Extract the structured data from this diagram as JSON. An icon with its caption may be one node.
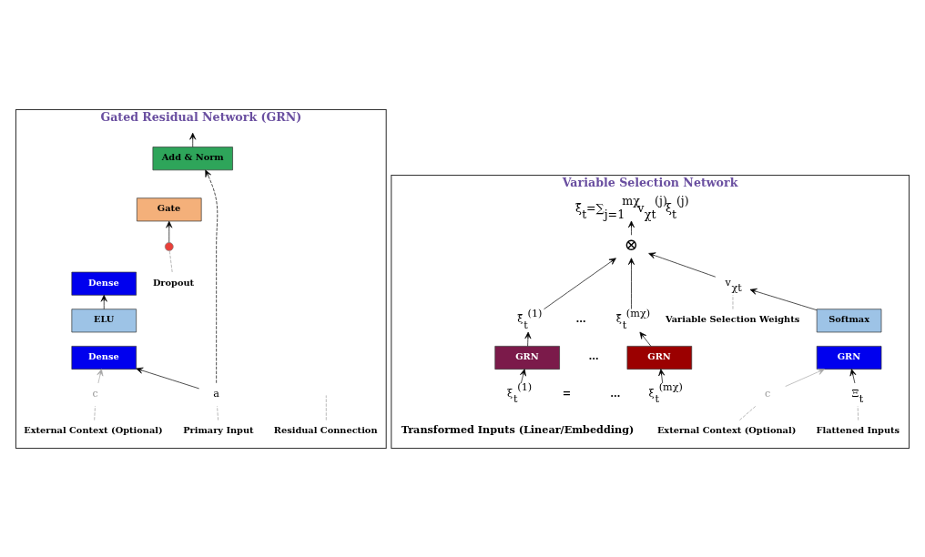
{
  "diagram": {
    "nodes": [
      {
        "text": [
          "Gated Residual Network (GRN)"
        ]
      },
      {
        "text": [
          "Add & Norm"
        ],
        "in": 0
      },
      {
        "text": [
          "Gate"
        ],
        "in": 0
      },
      {
        "text": [],
        "shape": "circle",
        "in": 0
      },
      {
        "text": [
          "Dense"
        ],
        "in": 0
      },
      {
        "text": [
          "ELU"
        ],
        "in": 0
      },
      {
        "text": [
          "Dense"
        ],
        "in": 0
      },
      {
        "text": [
          "a"
        ],
        "in": 0
      },
      {
        "text": [
          "c"
        ],
        "in": 0
      },
      {
        "text": [
          "Residual Connection"
        ],
        "in": 0
      },
      {
        "text": [
          "Dropout"
        ],
        "in": 0
      },
      {
        "text": [
          "Primary Input"
        ],
        "in": 0
      },
      {
        "text": [
          "External Context (Optional)"
        ],
        "in": 0
      },
      {
        "text": [
          "Variable Selection Network"
        ]
      },
      {
        "text": [
          "ξ̃$_{t}$=∑$_{j=1}$$^{mχ}$v$_{χt}$$^{(j)}$ξ$_{t}$$^{(j)}$"
        ],
        "in": 13
      },
      {
        "text": [
          "⊗"
        ],
        "in": 13
      },
      {
        "text": [
          "Variable Selection Weights"
        ],
        "in": 13
      },
      {
        "text": [
          "v$_{χt}$"
        ],
        "in": 13
      },
      {
        "text": [
          "ξ̃$_{t}$$^{(1)}$"
        ],
        "in": 13
      },
      {
        "text": [
          "ξ̃$_{t}$$^{(mχ)}$"
        ],
        "in": 13
      },
      {
        "text": [
          "GRN"
        ],
        "in": 13
      },
      {
        "text": [
          "GRN"
        ],
        "in": 13
      },
      {
        "text": [
          "Softmax"
        ],
        "in": 13
      },
      {
        "text": [
          "GRN"
        ],
        "in": 13
      },
      {
        "text": [
          "ξ$_{t}$$^{(1)}$"
        ],
        "in": 13
      },
      {
        "text": [
          "ξ$_{t}$$^{(mχ)}$"
        ],
        "in": 13
      },
      {
        "text": [
          "Ξ$_{t}$"
        ],
        "in": 13
      },
      {
        "text": [
          "c"
        ],
        "in": 13
      },
      {
        "text": [
          "Flattened Inputs"
        ],
        "in": 13
      },
      {
        "text": [
          "External Context (Optional)"
        ],
        "in": 13
      }
    ],
    "edges": [
      {
        "from": 1,
        "to": null,
        "arrow": "to"
      },
      {
        "from": 3,
        "to": 2,
        "arrow": "to"
      },
      {
        "from": 5,
        "to": 4,
        "arrow": "to"
      },
      {
        "from": 7,
        "to": 6,
        "arrow": "to"
      },
      {
        "from": 8,
        "to": 6,
        "arrow": "to",
        "color": "#a6a6a6"
      },
      {
        "from": 7,
        "to": 1,
        "arrow": "to",
        "style": "dashed"
      },
      {
        "from": 9,
        "to": null,
        "arrow": "none",
        "style": "dashed",
        "color": "#999999"
      },
      {
        "from": 10,
        "to": 3,
        "arrow": "none",
        "style": "dashed",
        "color": "#999999"
      },
      {
        "from": 11,
        "to": 7,
        "arrow": "none",
        "style": "dashed",
        "color": "#999999"
      },
      {
        "from": 12,
        "to": 8,
        "arrow": "none",
        "style": "dashed",
        "color": "#999999"
      },
      {
        "from": 15,
        "to": 14,
        "arrow": "to"
      },
      {
        "from": 18,
        "to": 15,
        "arrow": "to"
      },
      {
        "from": 19,
        "to": 15,
        "arrow": "to"
      },
      {
        "from": 17,
        "to": 15,
        "arrow": "to"
      },
      {
        "from": 22,
        "to": 17,
        "arrow": "to"
      },
      {
        "from": 20,
        "to": 18,
        "arrow": "to"
      },
      {
        "from": 21,
        "to": 19,
        "arrow": "to"
      },
      {
        "from": 24,
        "to": 20,
        "arrow": "to"
      },
      {
        "from": 25,
        "to": 21,
        "arrow": "to"
      },
      {
        "from": 26,
        "to": 23,
        "arrow": "to"
      },
      {
        "from": 27,
        "to": 23,
        "arrow": "to",
        "color": "#a6a6a6"
      },
      {
        "from": 16,
        "to": 17,
        "arrow": "none",
        "style": "dashed",
        "color": "#999999"
      },
      {
        "from": 28,
        "to": 26,
        "arrow": "none",
        "style": "dashed",
        "color": "#999999"
      },
      {
        "from": 29,
        "to": 27,
        "arrow": "none",
        "style": "dashed",
        "color": "#999999"
      }
    ],
    "labels": [
      "…",
      "…",
      "…",
      "=",
      "Transformed Inputs (Linear/Embedding)"
    ]
  }
}
